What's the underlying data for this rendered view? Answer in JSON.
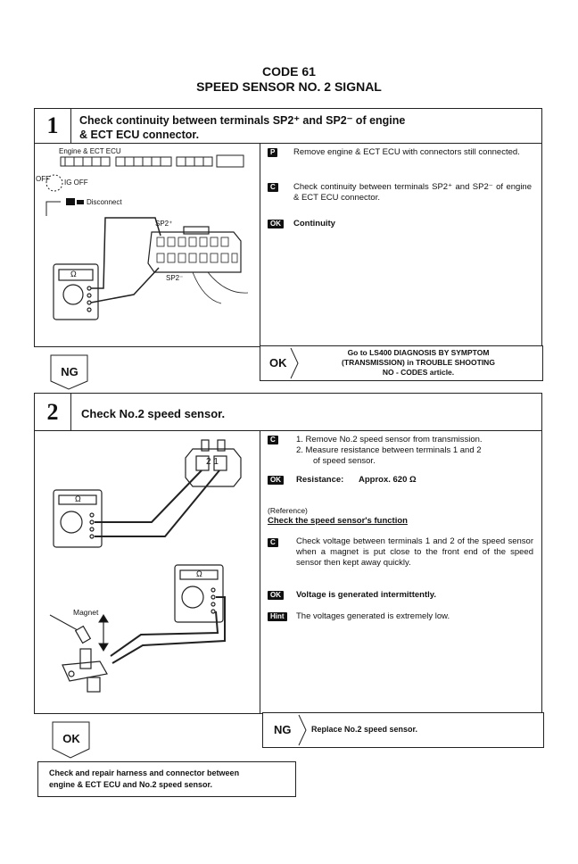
{
  "header": {
    "code": "CODE 61",
    "title": "SPEED SENSOR NO. 2 SIGNAL"
  },
  "step1": {
    "number": "1",
    "heading_line1": "Check continuity between terminals SP2⁺ and SP2⁻ of engine",
    "heading_line2": "& ECT ECU connector.",
    "diagram": {
      "label_ecu": "Engine & ECT ECU",
      "label_off": "OFF",
      "label_ig_off": "IG OFF",
      "label_disconnect": "Disconnect",
      "label_sp2_plus": "SP2⁺",
      "label_sp2_minus": "SP2⁻",
      "label_ohm": "Ω"
    },
    "instructions": [
      {
        "tag": "P",
        "text": "Remove engine & ECT ECU with connectors still connected."
      },
      {
        "tag": "C",
        "text": "Check continuity between terminals SP2⁺ and SP2⁻ of engine & ECT ECU connector."
      },
      {
        "tag": "OK",
        "text": "Continuity"
      }
    ],
    "ok_result": {
      "label": "OK",
      "line1": "Go to LS400 DIAGNOSIS BY SYMPTOM",
      "line2": "(TRANSMISSION) in TROUBLE SHOOTING",
      "line3": "NO - CODES article."
    }
  },
  "ng_arrow_1": "NG",
  "step2": {
    "number": "2",
    "heading": "Check No.2 speed sensor.",
    "diagram": {
      "label_ohm": "Ω",
      "label_magnet": "Magnet",
      "connector_pins": "2 1"
    },
    "instr_c1_1": "1.  Remove No.2 speed sensor from transmission.",
    "instr_c1_2a": "2.  Measure resistance between terminals 1 and 2",
    "instr_c1_2b": "of speed sensor.",
    "ok1_label": "Resistance:",
    "ok1_value": "Approx. 620 Ω",
    "reference": "(Reference)",
    "reference_title": "Check the speed sensor's function",
    "instr_c2": "Check voltage between terminals 1 and 2 of the speed sensor when a magnet is put close to the front end of the speed sensor then kept away quickly.",
    "ok2_text": "Voltage is generated intermittently.",
    "hint_text": "The voltages generated is extremely low.",
    "tag_c": "C",
    "tag_ok": "OK",
    "tag_hint": "Hint",
    "ng_result": {
      "label": "NG",
      "text": "Replace No.2 speed sensor."
    }
  },
  "ok_arrow_2": "OK",
  "final_box": {
    "line1": "Check and repair harness and connector between",
    "line2": "engine & ECT ECU and No.2 speed sensor."
  }
}
